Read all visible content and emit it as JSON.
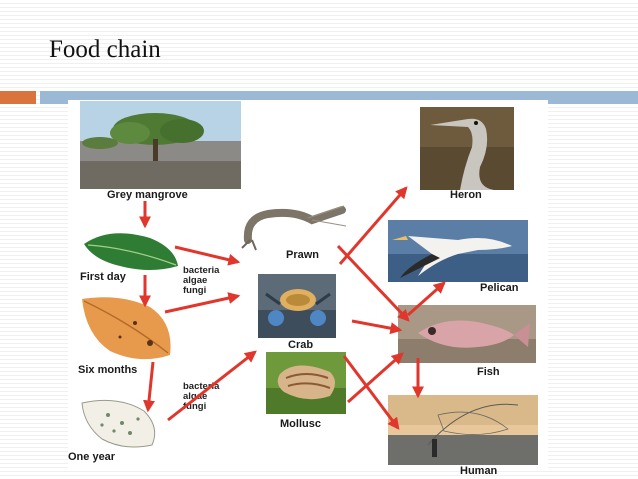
{
  "slide": {
    "title": "Food chain"
  },
  "colors": {
    "accent_orange": "#d9743f",
    "accent_blue": "#9bb8d4",
    "arrow": "#e0362c"
  },
  "diagram": {
    "nodes": {
      "grey_mangrove": "Grey mangrove",
      "first_day": "First day",
      "six_months": "Six months",
      "one_year": "One year",
      "prawn": "Prawn",
      "crab": "Crab",
      "mollusc": "Mollusc",
      "heron": "Heron",
      "pelican": "Pelican",
      "fish": "Fish",
      "human": "Human"
    },
    "decomposers_1": "bacteria\nalgae\nfungi",
    "decomposers_2": "bacteria\nalgae\nfungi"
  }
}
